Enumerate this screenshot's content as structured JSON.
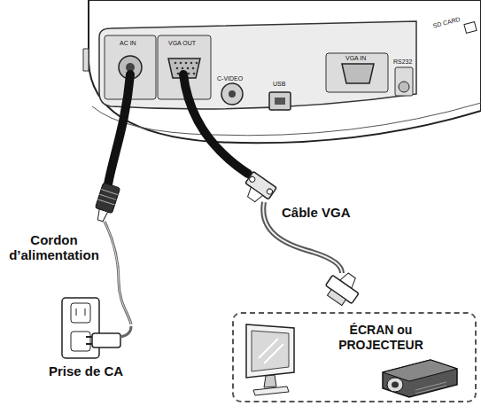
{
  "diagram": {
    "nodes": [
      {
        "text": [
          "ÉCRAN ou PROJECTEUR"
        ]
      }
    ],
    "labels": [
      "AC IN",
      "VGA OUT",
      "C-VIDEO",
      "USB",
      "VGA IN",
      "RS232",
      "SD CARD",
      "Câble VGA",
      "Cordon d’alimentation",
      "Prise de CA"
    ]
  }
}
